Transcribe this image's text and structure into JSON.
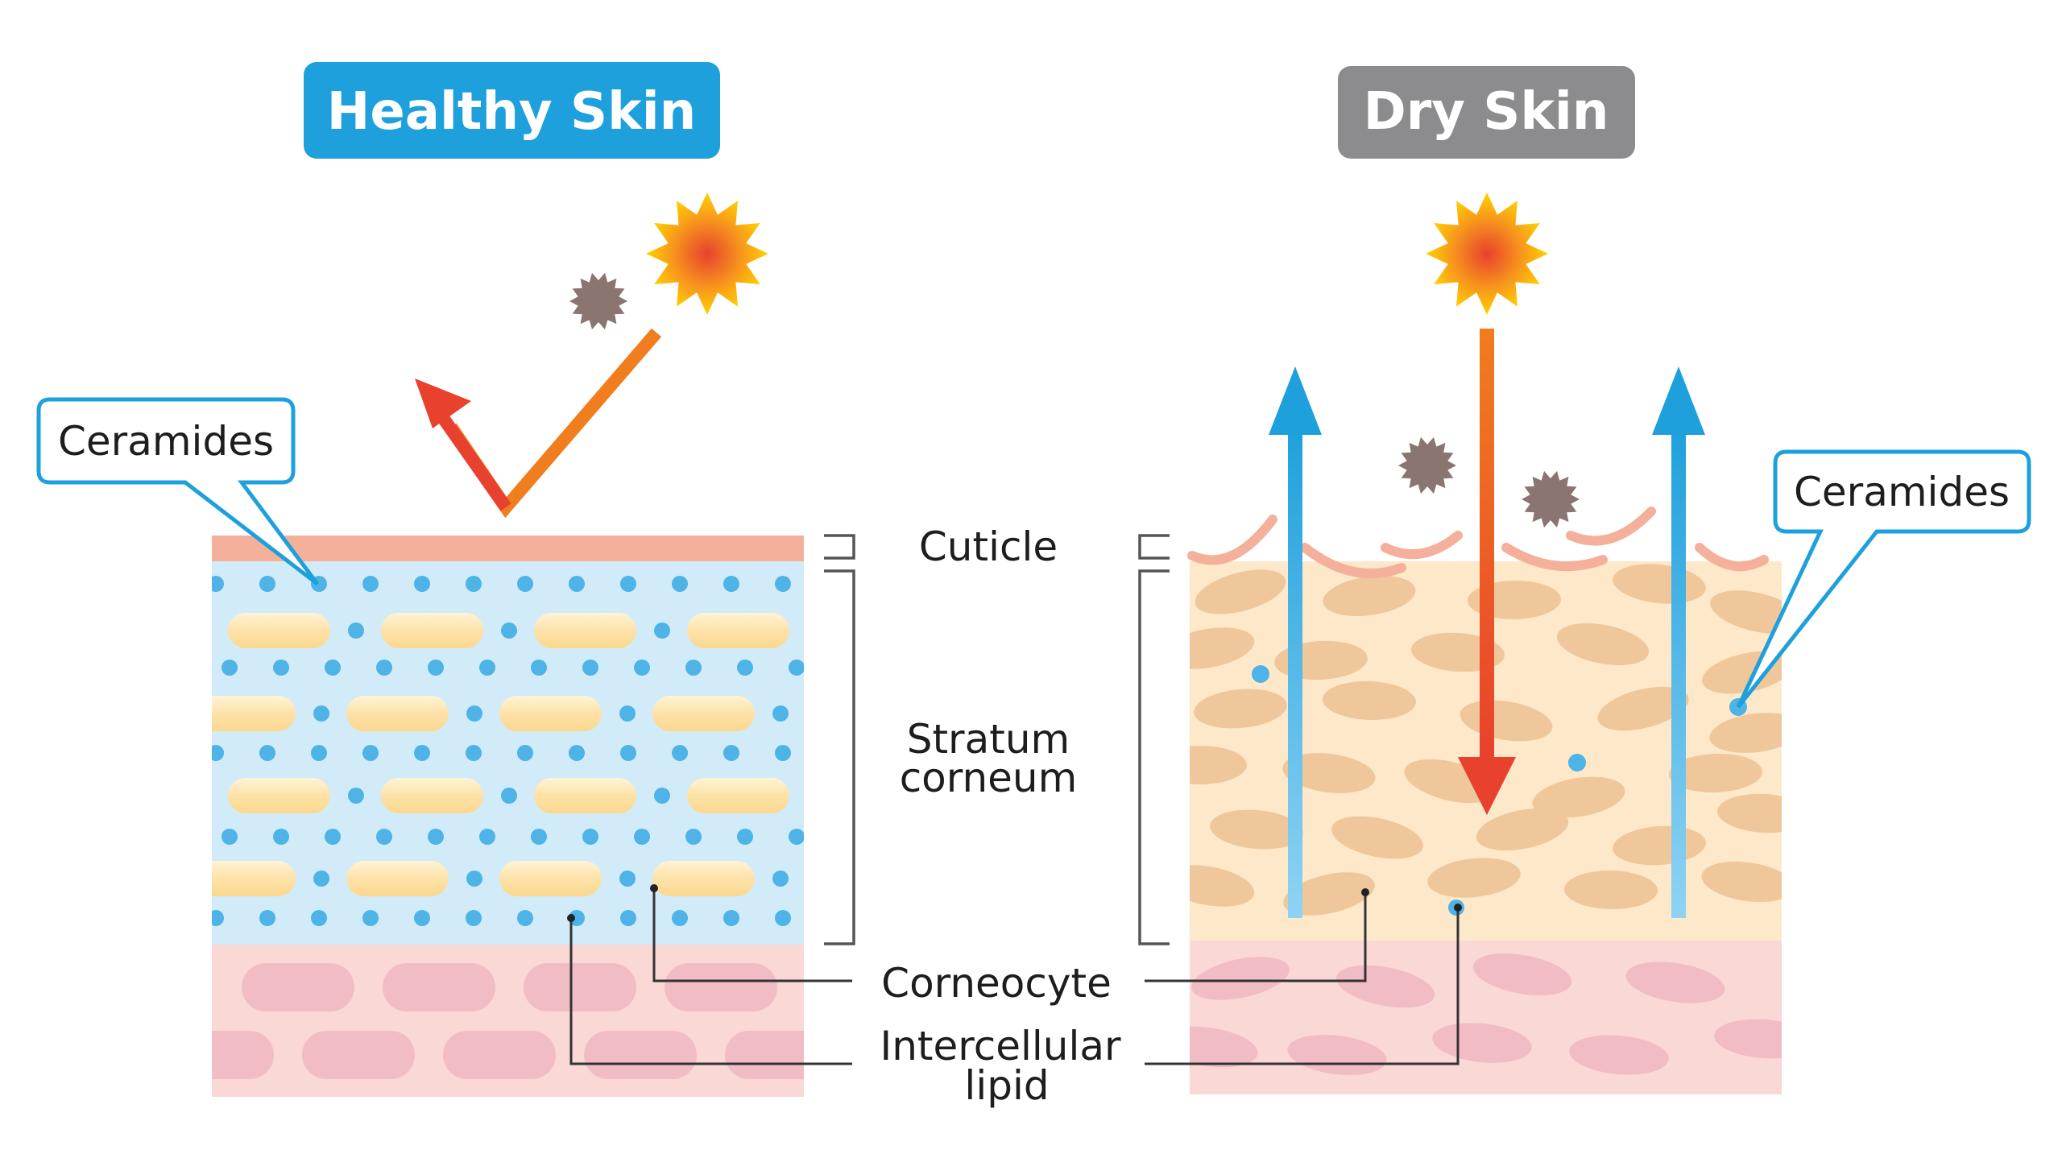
{
  "panels": {
    "healthy": {
      "title": "Healthy Skin",
      "callout": "Ceramides",
      "badge_color": "#1ea0dc"
    },
    "dry": {
      "title": "Dry Skin",
      "callout": "Ceramides",
      "badge_color": "#8c8c8e"
    }
  },
  "labels": {
    "cuticle": "Cuticle",
    "stratum_line1": "Stratum",
    "stratum_line2": "corneum",
    "corneocyte": "Corneocyte",
    "lipid_line1": "Intercellular",
    "lipid_line2": "lipid"
  },
  "colors": {
    "cuticle": "#f4b09a",
    "lipid_blue": "#d2ebf8",
    "ceramide_dot": "#4eb3e6",
    "corneocyte_healthy": "#fde2a8",
    "dry_base": "#fde9c9",
    "corneocyte_dry": "#efc79b",
    "dermis": "#f9d3d3",
    "dermis_cell": "#f2b4be",
    "water_arrow": "#1ea0dc",
    "uv_arrow": "#e8412d"
  }
}
